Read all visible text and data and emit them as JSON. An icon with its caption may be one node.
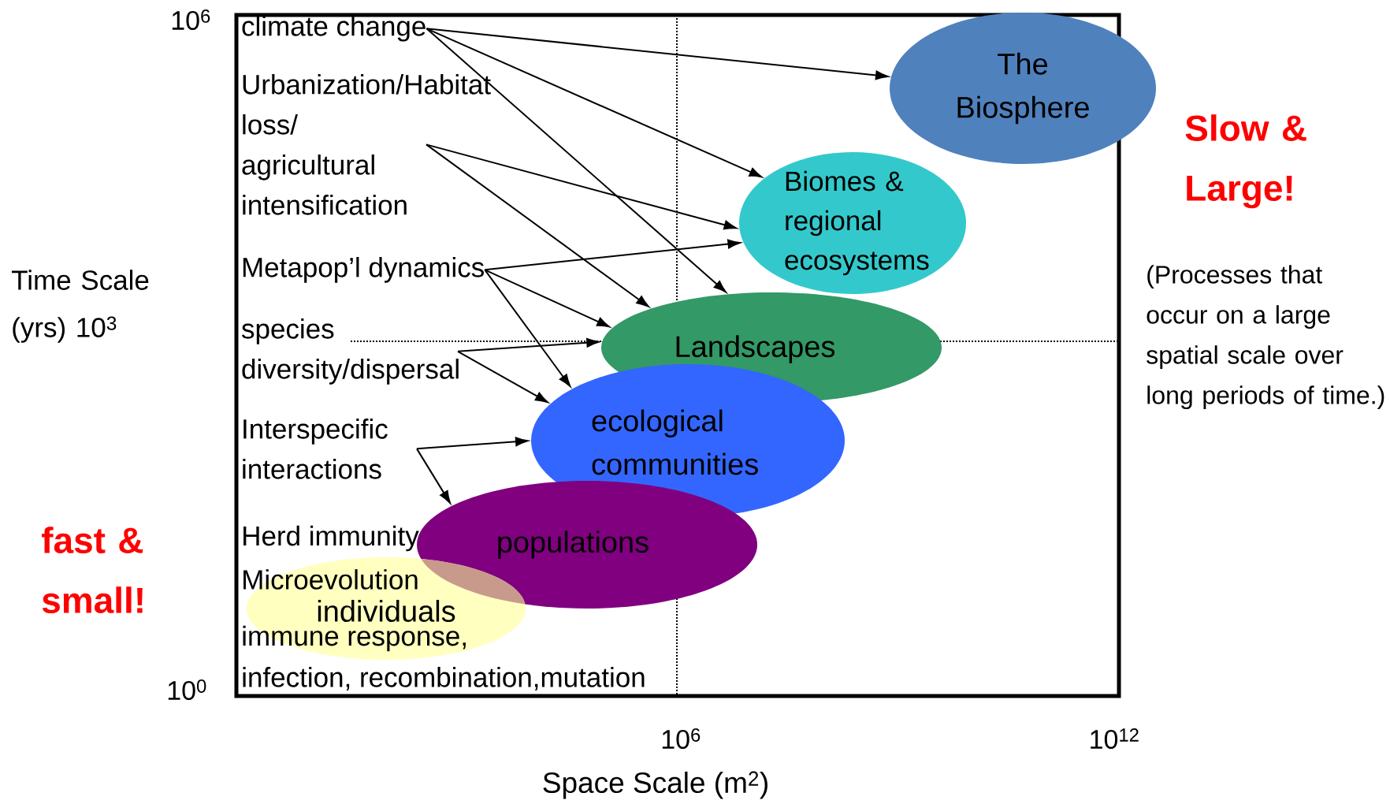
{
  "diagram": {
    "nodes": [
      {
        "text": [
          "climate change"
        ]
      },
      {
        "text": [
          "Urbanization/Habitat loss/ agricultural intensification"
        ]
      },
      {
        "text": [
          "Metapop’l dynamics"
        ]
      },
      {
        "text": [
          "species diversity/dispersal"
        ]
      },
      {
        "text": [
          "Interspecific interactions"
        ]
      },
      {
        "text": [
          "The Biosphere"
        ]
      },
      {
        "text": [
          "Biomes & regional ecosystems"
        ]
      },
      {
        "text": [
          "Landscapes"
        ]
      },
      {
        "text": [
          "ecological communities"
        ]
      },
      {
        "text": [
          "populations"
        ]
      },
      {
        "text": [
          "individuals"
        ]
      }
    ],
    "edges": [
      {
        "from": 0,
        "to": 5,
        "arrow": "to"
      },
      {
        "from": 0,
        "to": 6,
        "arrow": "to"
      },
      {
        "from": 0,
        "to": 7,
        "arrow": "to"
      },
      {
        "from": 1,
        "to": 6,
        "arrow": "to"
      },
      {
        "from": 1,
        "to": 7,
        "arrow": "to"
      },
      {
        "from": 2,
        "to": 6,
        "arrow": "to"
      },
      {
        "from": 2,
        "to": 7,
        "arrow": "to"
      },
      {
        "from": 2,
        "to": 8,
        "arrow": "to"
      },
      {
        "from": 3,
        "to": 7,
        "arrow": "to"
      },
      {
        "from": 3,
        "to": 8,
        "arrow": "to"
      },
      {
        "from": 4,
        "to": 8,
        "arrow": "to"
      },
      {
        "from": 4,
        "to": 9,
        "arrow": "to"
      }
    ],
    "labels": [
      "10$^{6}$",
      "Time Scale (yrs) 10$^{3}$",
      "Slow & Large!",
      "(Processes that occur on a large spatial scale over long periods of time.)",
      "fast & small!",
      "Herd immunity",
      "Microevolution",
      "immune response,",
      "infection, recombination,mutation",
      "10$^{0}$",
      "10$^{6}$",
      "10$^{12}$",
      "Space Scale (m$^{2}$)"
    ]
  }
}
